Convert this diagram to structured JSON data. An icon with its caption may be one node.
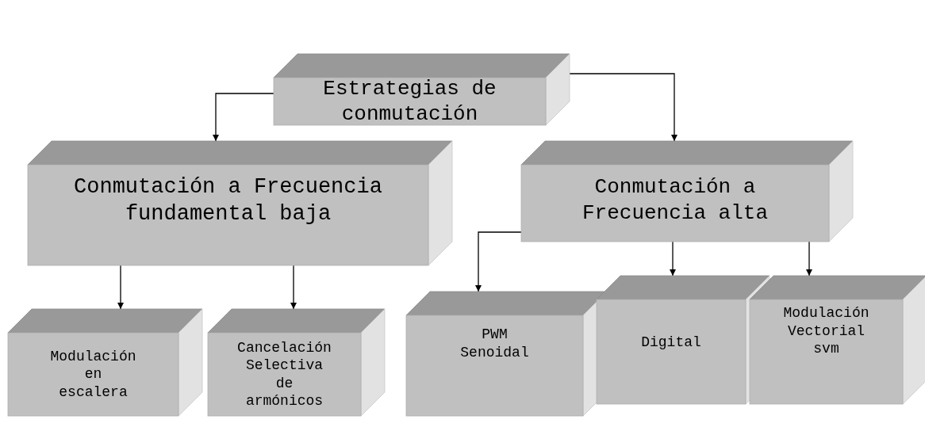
{
  "diagram": {
    "nodes": [
      {
        "text": [
          "Estrategias de conmutación"
        ]
      },
      {
        "text": [
          "Conmutación a Frecuencia fundamental baja"
        ]
      },
      {
        "text": [
          "Conmutación a Frecuencia alta"
        ]
      },
      {
        "text": [
          "Modulación en escalera"
        ]
      },
      {
        "text": [
          "Cancelación Selectiva de armónicos"
        ]
      },
      {
        "text": [
          "PWM Senoidal"
        ]
      },
      {
        "text": [
          "Digital"
        ]
      },
      {
        "text": [
          "Modulación Vectorial svm"
        ]
      }
    ],
    "edges": [
      {
        "from": 0,
        "to": 1,
        "arrow": "to"
      },
      {
        "from": 0,
        "to": 2,
        "arrow": "to"
      },
      {
        "from": 1,
        "to": 3,
        "arrow": "to"
      },
      {
        "from": 1,
        "to": 4,
        "arrow": "to"
      },
      {
        "from": 2,
        "to": 5,
        "arrow": "to"
      },
      {
        "from": 2,
        "to": 6,
        "arrow": "to"
      },
      {
        "from": 2,
        "to": 7,
        "arrow": "to"
      }
    ]
  }
}
